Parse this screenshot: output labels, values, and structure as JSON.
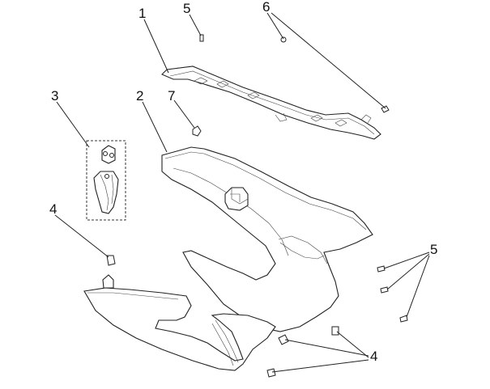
{
  "diagram": {
    "type": "exploded-parts-drawing",
    "callouts": [
      {
        "id": "c1",
        "label": "1"
      },
      {
        "id": "c2",
        "label": "2"
      },
      {
        "id": "c3",
        "label": "3"
      },
      {
        "id": "c4a",
        "label": "4"
      },
      {
        "id": "c4b",
        "label": "4"
      },
      {
        "id": "c5a",
        "label": "5"
      },
      {
        "id": "c5b",
        "label": "5"
      },
      {
        "id": "c6",
        "label": "6"
      },
      {
        "id": "c7",
        "label": "7"
      }
    ]
  }
}
